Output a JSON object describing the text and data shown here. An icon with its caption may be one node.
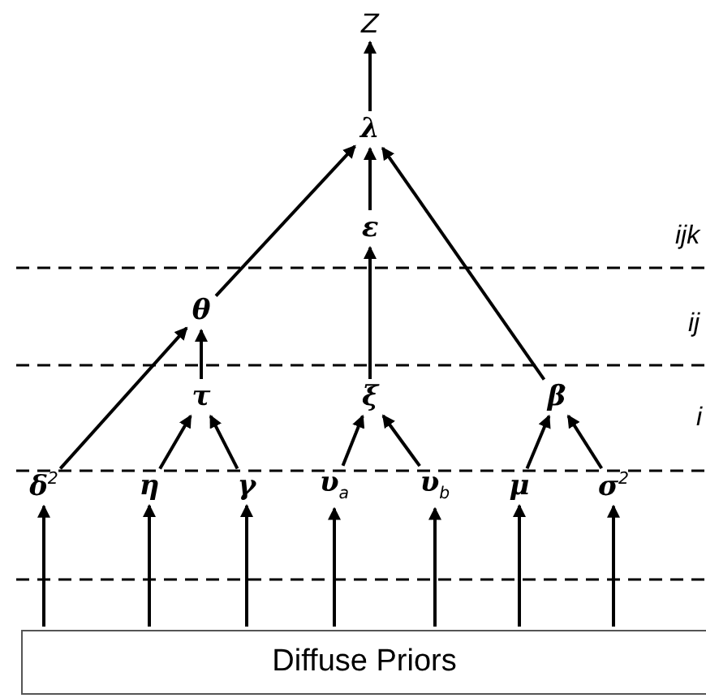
{
  "diagram": {
    "nodes": [
      {
        "text": [
          "Z"
        ]
      },
      {
        "text": [
          "λ"
        ]
      },
      {
        "text": [
          "ε"
        ]
      },
      {
        "text": [
          "θ"
        ]
      },
      {
        "text": [
          "τ"
        ]
      },
      {
        "text": [
          "ξ"
        ]
      },
      {
        "text": [
          "β"
        ]
      },
      {
        "text": [
          "δ$^{2}$"
        ]
      },
      {
        "text": [
          "η"
        ]
      },
      {
        "text": [
          "γ"
        ]
      },
      {
        "text": [
          "υ$_{a}$"
        ]
      },
      {
        "text": [
          "υ$_{b}$"
        ]
      },
      {
        "text": [
          "μ"
        ]
      },
      {
        "text": [
          "σ$^{2}$"
        ]
      },
      {
        "text": [
          "Diffuse Priors"
        ]
      }
    ],
    "edges": [
      {
        "from": 1,
        "to": 0,
        "arrow": "to"
      },
      {
        "from": 3,
        "to": 1,
        "arrow": "to"
      },
      {
        "from": 2,
        "to": 1,
        "arrow": "to"
      },
      {
        "from": 6,
        "to": 1,
        "arrow": "to"
      },
      {
        "from": 5,
        "to": 2,
        "arrow": "to"
      },
      {
        "from": 7,
        "to": 3,
        "arrow": "to"
      },
      {
        "from": 4,
        "to": 3,
        "arrow": "to"
      },
      {
        "from": 8,
        "to": 4,
        "arrow": "to"
      },
      {
        "from": 9,
        "to": 4,
        "arrow": "to"
      },
      {
        "from": 10,
        "to": 5,
        "arrow": "to"
      },
      {
        "from": 11,
        "to": 5,
        "arrow": "to"
      },
      {
        "from": 12,
        "to": 6,
        "arrow": "to"
      },
      {
        "from": 13,
        "to": 6,
        "arrow": "to"
      },
      {
        "from": 14,
        "to": 7,
        "arrow": "to"
      },
      {
        "from": 14,
        "to": 8,
        "arrow": "to"
      },
      {
        "from": 14,
        "to": 9,
        "arrow": "to"
      },
      {
        "from": 14,
        "to": 10,
        "arrow": "to"
      },
      {
        "from": 14,
        "to": 11,
        "arrow": "to"
      },
      {
        "from": 14,
        "to": 12,
        "arrow": "to"
      },
      {
        "from": 14,
        "to": 13,
        "arrow": "to"
      }
    ],
    "labels": [
      "ijk",
      "ij",
      "i"
    ]
  }
}
